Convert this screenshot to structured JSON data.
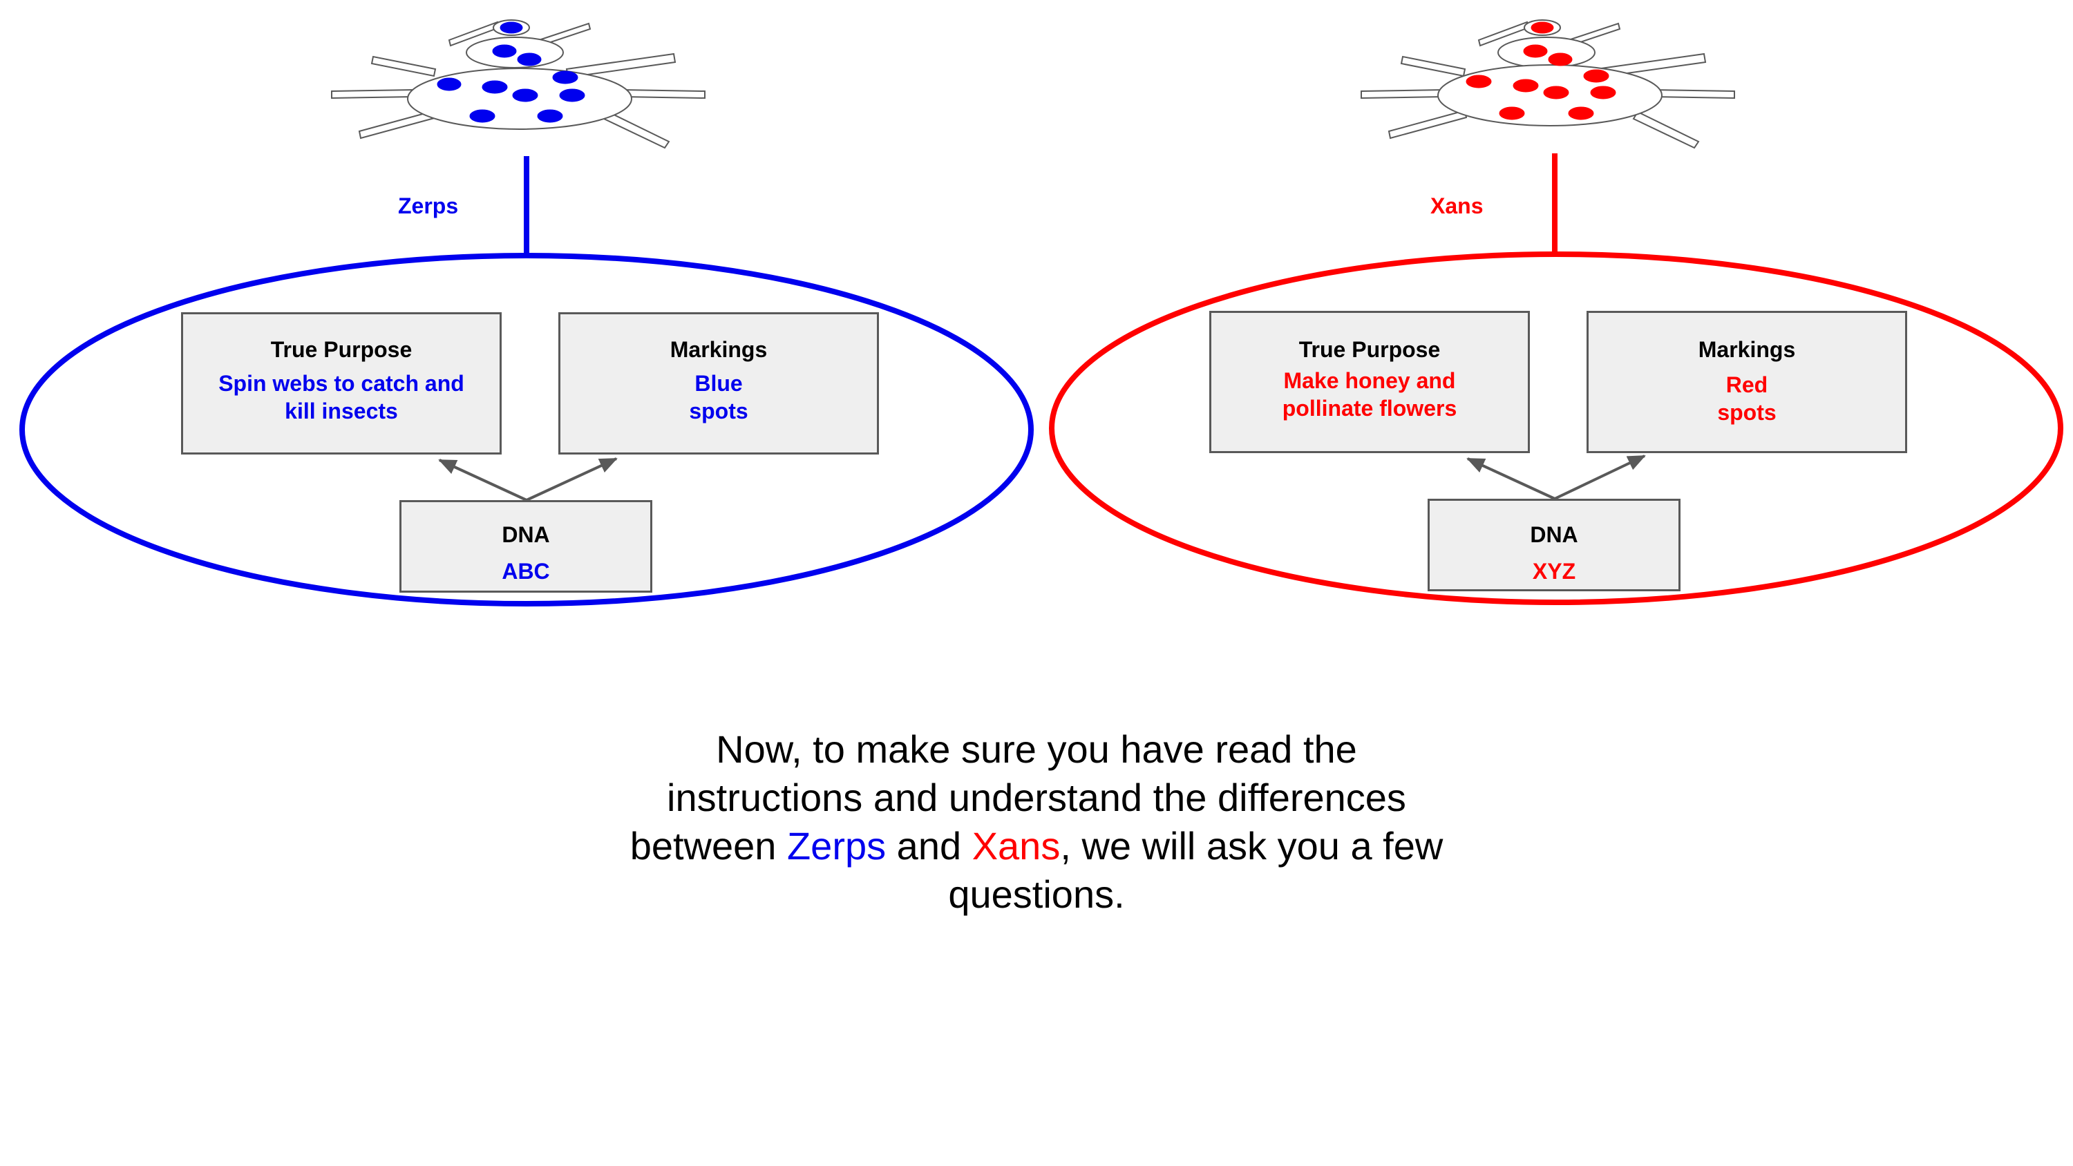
{
  "colors": {
    "zerps": "#0000ee",
    "xans": "#ff0000",
    "box_fill": "#efefef",
    "box_border": "#595959"
  },
  "groups": {
    "zerps": {
      "label": "Zerps",
      "purpose_title": "True Purpose",
      "purpose_line1": "Spin webs to catch and",
      "purpose_line2": "kill insects",
      "markings_title": "Markings",
      "markings_line1": "Blue",
      "markings_line2": "spots",
      "dna_title": "DNA",
      "dna_value": "ABC",
      "creature_icon": "blue-spotted-bug-icon"
    },
    "xans": {
      "label": "Xans",
      "purpose_title": "True Purpose",
      "purpose_line1": "Make honey and",
      "purpose_line2": "pollinate flowers",
      "markings_title": "Markings",
      "markings_line1": "Red",
      "markings_line2": "spots",
      "dna_title": "DNA",
      "dna_value": "XYZ",
      "creature_icon": "red-spotted-bug-icon"
    }
  },
  "message": {
    "line1": "Now, to make sure you have read the",
    "line2": "instructions and understand the differences",
    "line3_pre": "between ",
    "line3_zerps": "Zerps",
    "line3_mid": " and ",
    "line3_xans": "Xans",
    "line3_post": ", we will ask you a few",
    "line4": "questions."
  }
}
